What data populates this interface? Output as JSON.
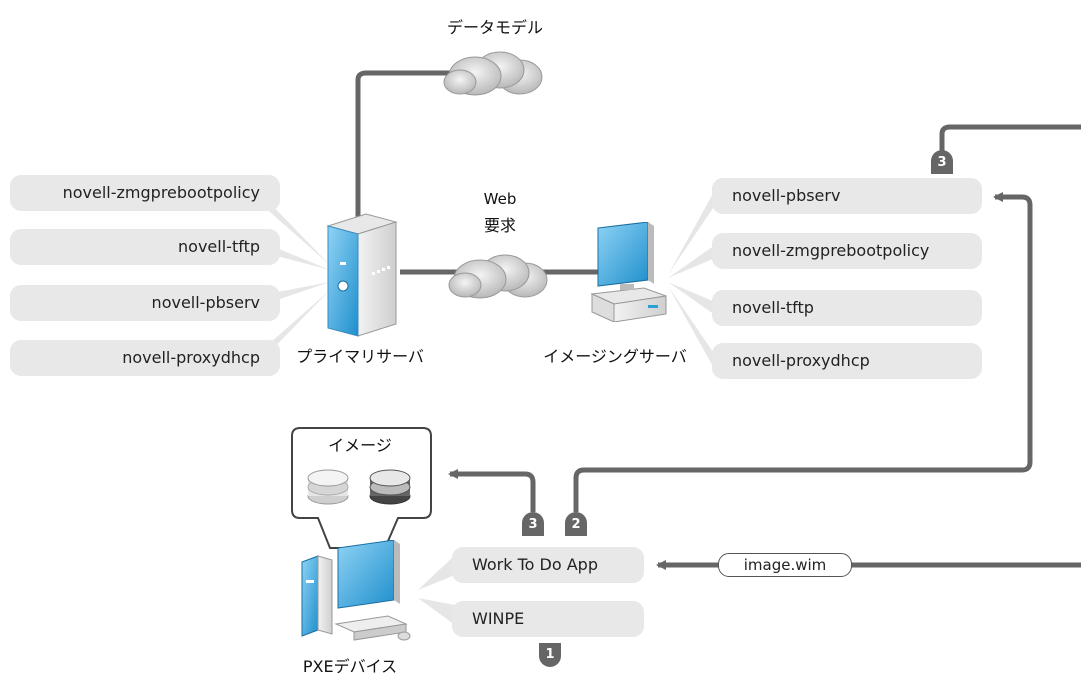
{
  "cloud_top": {
    "label": "データモデル"
  },
  "web_request": {
    "label_line1": "Web",
    "label_line2": "要求"
  },
  "primary_server": {
    "label": "プライマリサーバ",
    "services": [
      "novell-zmgprebootpolicy",
      "novell-tftp",
      "novell-pbserv",
      "novell-proxydhcp"
    ]
  },
  "imaging_server": {
    "label": "イメージングサーバ",
    "services": [
      "novell-pbserv",
      "novell-zmgprebootpolicy",
      "novell-tftp",
      "novell-proxydhcp"
    ]
  },
  "images_box": {
    "label": "イメージ"
  },
  "pxe_device": {
    "label": "PXEデバイス",
    "apps": [
      "Work To Do App",
      "WINPE"
    ]
  },
  "file_tag": {
    "label": "image.wim"
  },
  "steps": {
    "step1": "1",
    "step2": "2",
    "step3": "3",
    "step3b": "3"
  },
  "colors": {
    "wire": "#666666",
    "pill": "#e8e8e8",
    "badge": "#666666",
    "accent": "#2a9fd6"
  }
}
